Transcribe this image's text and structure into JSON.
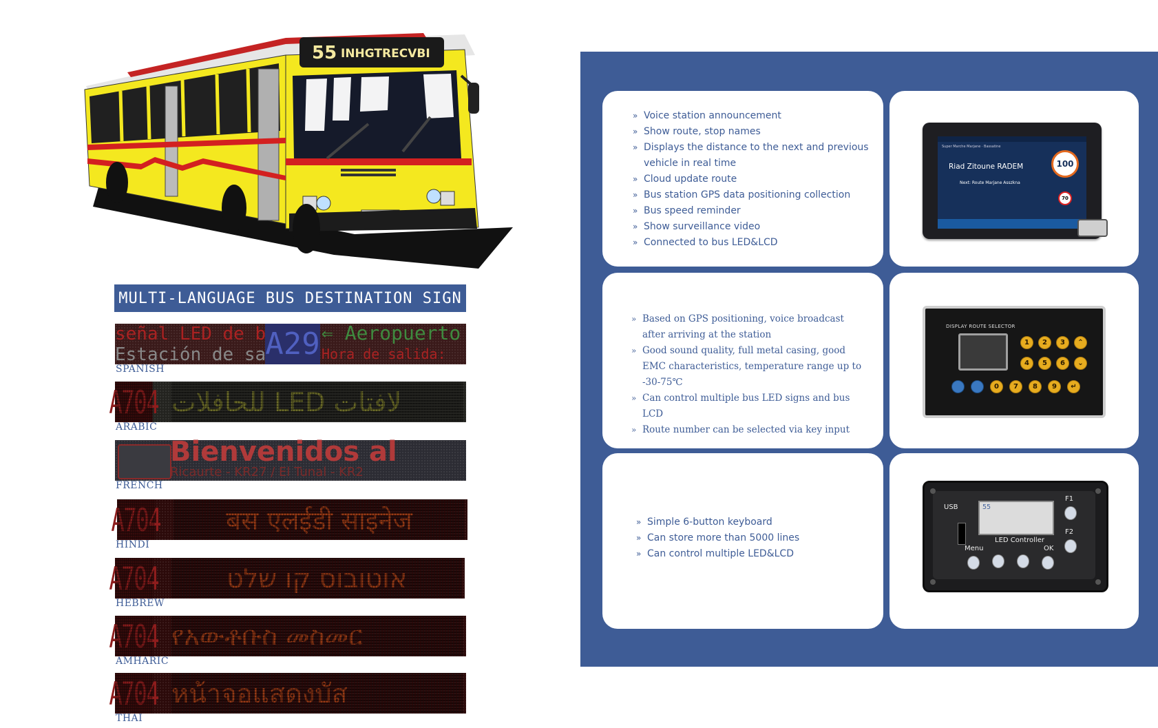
{
  "bus": {
    "route_number": "55",
    "destination": "INHGTRECVBI"
  },
  "title": "MULTI-LANGUAGE BUS DESTINATION SIGN",
  "signs": [
    {
      "label": "SPANISH",
      "route": "A29",
      "top_left": "señal LED de bus",
      "top_right": "Aeropuerto",
      "bottom_left": "Estación de salid",
      "bottom_right": "Hora de salida:"
    },
    {
      "label": "ARABIC",
      "route": "A704",
      "message": "لافتات LED للحافلات"
    },
    {
      "label": "FRENCH",
      "top": "Bienvenidos al ",
      "bottom": "Ricaurte - KR27 / El Tunal - KR2"
    },
    {
      "label": "HINDI",
      "route": "A704",
      "message": "बस एलईडी साइनेज"
    },
    {
      "label": "HEBREW",
      "route": "A704",
      "message": "אוטובוס קו שלט"
    },
    {
      "label": "AMHARIC",
      "route": "A704",
      "message": "የአውቶቡስ   መስመር"
    },
    {
      "label": "THAI",
      "route": "A704",
      "message": "หน้าจอแสดงบัส"
    }
  ],
  "cards": [
    {
      "features": [
        "Voice station announcement",
        "Show route, stop names",
        "Displays the distance to the next and previous vehicle in real time",
        "Cloud update route",
        "Bus station GPS data positioning collection",
        "Bus speed reminder",
        "Show surveillance video",
        "Connected to bus LED&LCD"
      ]
    },
    {
      "features": [
        "Based on GPS positioning, voice broadcast after arriving at the station",
        "Good sound quality, full metal casing, good EMC characteristics, temperature range up to -30-75℃",
        "Can control multiple bus LED signs and bus LCD",
        "Route number can be selected via key input"
      ]
    },
    {
      "features": [
        "Simple 6-button keyboard",
        "Can store more than 5000 lines",
        "Can control multiple LED&LCD"
      ]
    }
  ],
  "devices": {
    "tablet": {
      "sub": "Super Marche Marjane · Bassatine",
      "station": "Riad Zitoune RADEM",
      "next": "Next:   Route Marjane Asszkna",
      "speed": "100",
      "speed_limit": "70"
    },
    "selector": {
      "label": "DISPLAY ROUTE SELECTOR",
      "keys_row1": [
        "1",
        "2",
        "3"
      ],
      "keys_row2": [
        "4",
        "5",
        "6"
      ],
      "keys_row3": [
        "0",
        "7",
        "8",
        "9"
      ]
    },
    "controller": {
      "usb": "USB",
      "f1": "F1",
      "f2": "F2",
      "title": "LED Controller",
      "menu": "Menu",
      "ok": "OK",
      "lcd_text": "55"
    }
  },
  "colors": {
    "brand_blue": "#3e5c96",
    "led_red": "#9a3a16",
    "bus_yellow": "#f4e81f"
  }
}
